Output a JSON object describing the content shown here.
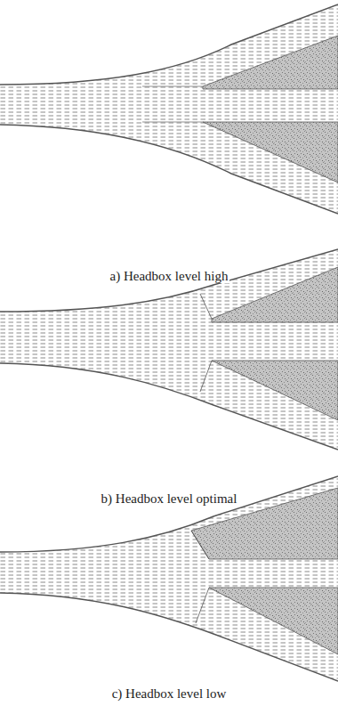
{
  "diagram": {
    "labels": [
      "a) Headbox level high",
      "b) Headbox level optimal",
      "c) Headbox level low"
    ]
  }
}
